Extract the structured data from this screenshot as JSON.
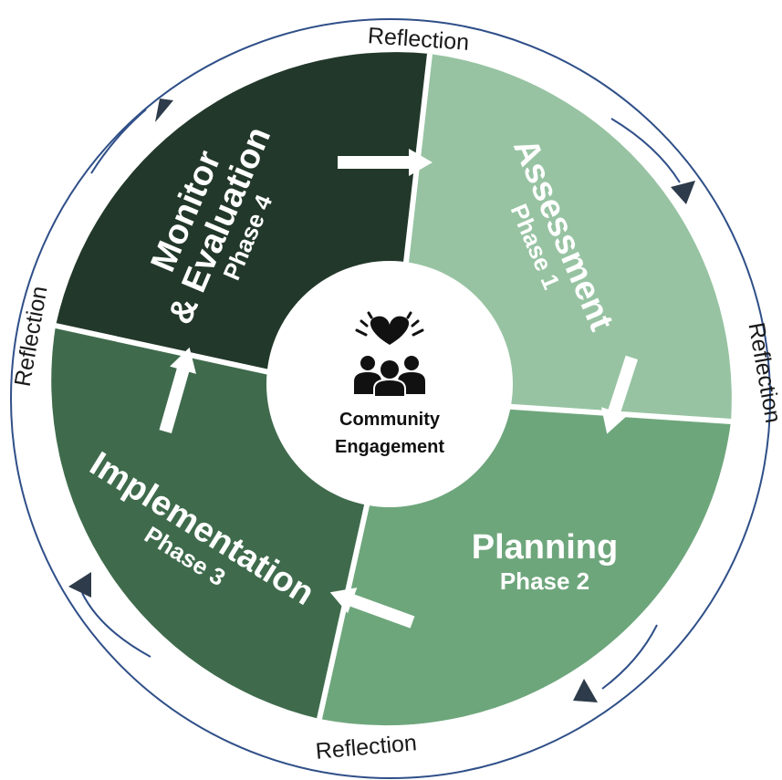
{
  "colors": {
    "assessment": "#97c3a2",
    "planning": "#6ea67c",
    "implementation": "#3f6b4c",
    "monitor": "#22382a",
    "outer_ring": "#2f4f88",
    "arrowheads": "#2d3b4a"
  },
  "center": {
    "icon": "community-people-heart-icon",
    "line1": "Community",
    "line2": "Engagement"
  },
  "phases": {
    "assessment": {
      "title": "Assessment",
      "phase": "Phase 1"
    },
    "planning": {
      "title": "Planning",
      "phase": "Phase 2"
    },
    "implementation": {
      "title": "Implementation",
      "phase": "Phase 3"
    },
    "monitor": {
      "title_line1": "Monitor",
      "title_line2": "& Evaluation",
      "phase": "Phase 4"
    }
  },
  "reflection_labels": {
    "top": "Reflection",
    "right": "Reflection",
    "bottom": "Reflection",
    "left": "Reflection"
  }
}
